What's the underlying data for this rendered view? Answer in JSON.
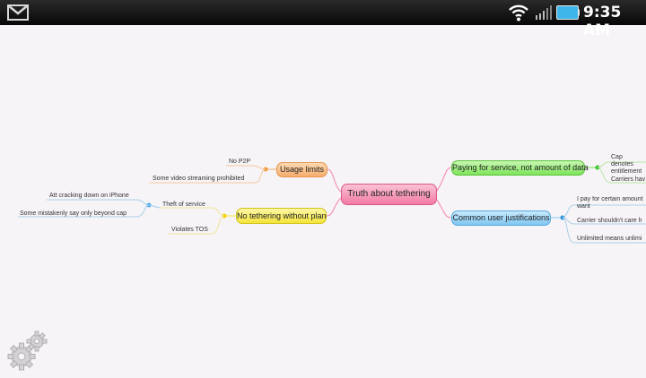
{
  "status_bar": {
    "time": "9:35 AM",
    "icons": [
      "gmail-icon",
      "wifi-icon",
      "signal-icon",
      "battery-icon"
    ],
    "battery_color": "#3fb6ea"
  },
  "mindmap": {
    "central": "Truth about tethering",
    "branches": {
      "usage_limits": {
        "label": "Usage limits",
        "color": "#f6ad6c",
        "leaves": [
          "No P2P",
          "Some video streaming prohibited"
        ]
      },
      "no_tethering": {
        "label": "No tethering without plan",
        "color": "#f4e53a",
        "theft": {
          "label": "Theft of service",
          "leaves": [
            "Att cracking down on iPhone",
            "Some mistakenly say only beyond cap"
          ]
        },
        "violates": "Violates TOS"
      },
      "paying": {
        "label": "Paying for service, not amount of data",
        "color": "#7ee45a",
        "leaves": [
          "Cap denotes entitlement",
          "Carriers hav"
        ]
      },
      "common": {
        "label": "Common user justifications",
        "color": "#7fc7f3",
        "leaves": [
          "I pay for certain amount want",
          "Carrier shouldn't care h",
          "Unlimited means unlimi"
        ]
      }
    }
  },
  "settings_icon": "gears-icon"
}
